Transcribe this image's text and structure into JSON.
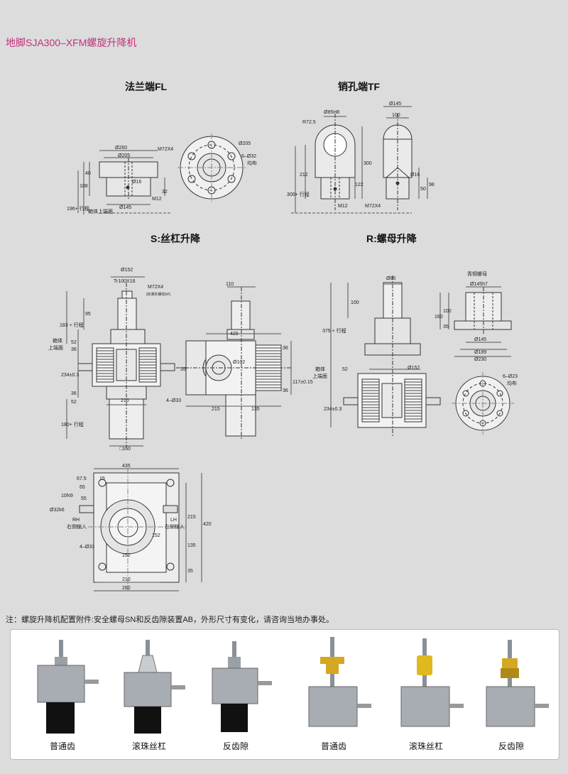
{
  "title": "地脚SJA300–XFM螺旋升降机",
  "sections": {
    "fl": "法兰端FL",
    "tf": "销孔端TF",
    "s": "S:丝杠升降",
    "r": "R:螺母升降"
  },
  "dims": {
    "d260": "Ø260",
    "d205": "Ø205",
    "m72x4": "M72X4",
    "d16": "Ø16",
    "d145": "Ø145",
    "m12": "M12",
    "n108": "108",
    "n40": "40",
    "n32": "32",
    "n196": "196+ 行程",
    "box_top": "箱体上端面",
    "d205r": "Ø205",
    "holes6d32": "6–Ø32",
    "even": "均布",
    "r725": "R72.5",
    "d85h8": "Ø85H8",
    "n300": "300",
    "n122": "122",
    "n212": "212",
    "n300s": "300+ 行程",
    "d145t": "Ø145",
    "n100": "100",
    "d16t": "Ø16",
    "n50": "50",
    "n98": "98",
    "m12t": "M12",
    "m72x4t": "M72X4",
    "d152": "Ø152",
    "tr100": "Tr100X16",
    "m72x4s": "M72X4",
    "std_thread": "(标准外螺纹hF)",
    "n183": "183 + 行程",
    "n95": "95",
    "box": "箱体",
    "top_face": "上端面",
    "n36": "36",
    "n52": "52",
    "n234": "234±0.3",
    "n210": "210",
    "n180": "180+ 行程",
    "sq160": "□160",
    "n110": "110",
    "n420": "420",
    "d102": "Ø102",
    "n35": "35",
    "n117": "117±0.15",
    "n4d33": "4–Ø33",
    "n215": "215",
    "n135": "135",
    "n36b": "36",
    "d80": "Ø80",
    "n100r": "100",
    "n375": "375 + 行程",
    "d152r": "Ø152",
    "n52r": "52",
    "n234r": "234±0.3",
    "bronze_nut": "青铜螺母",
    "d145h7": "Ø145h7",
    "n160": "160",
    "n100n": "100",
    "n35n": "35",
    "d145n": "Ø145",
    "d189": "Ø189",
    "d230": "Ø230",
    "holes6d23": "6–Ø23",
    "even2": "均布",
    "n435": "435",
    "n675": "67.5",
    "n15": "15",
    "n65": "65",
    "n55": "55",
    "n10n9": "10N9",
    "d32k6": "Ø32k6",
    "rh": "RH",
    "rh_in": "右侧输入",
    "lh": "LH",
    "lh_in": "左侧输入",
    "n4d33b": "4–Ø33",
    "n152b": "152",
    "n152c": "152",
    "n215b": "215",
    "n420b": "420",
    "n135b": "135",
    "n35b": "35",
    "n210b": "210",
    "n280": "280"
  },
  "note": "注：螺旋升降机配置附件:安全螺母SN和反齿隙装置AB，外形尺寸有变化，请咨询当地办事处。",
  "photos": [
    {
      "label": "普通齿",
      "nut": "#9aa0a6",
      "tube": "#111111"
    },
    {
      "label": "滚珠丝杠",
      "nut": "#c8ccd0",
      "tube": "#111111"
    },
    {
      "label": "反齿隙",
      "nut": "#9aa0a6",
      "tube": "#111111"
    },
    {
      "label": "普通齿",
      "nut": "#d4a820",
      "tube": ""
    },
    {
      "label": "滚珠丝杠",
      "nut": "#e0b820",
      "tube": ""
    },
    {
      "label": "反齿隙",
      "nut": "#d4a820",
      "tube": ""
    }
  ],
  "colors": {
    "title": "#c0307a",
    "line": "#333333",
    "dim": "#555555"
  }
}
